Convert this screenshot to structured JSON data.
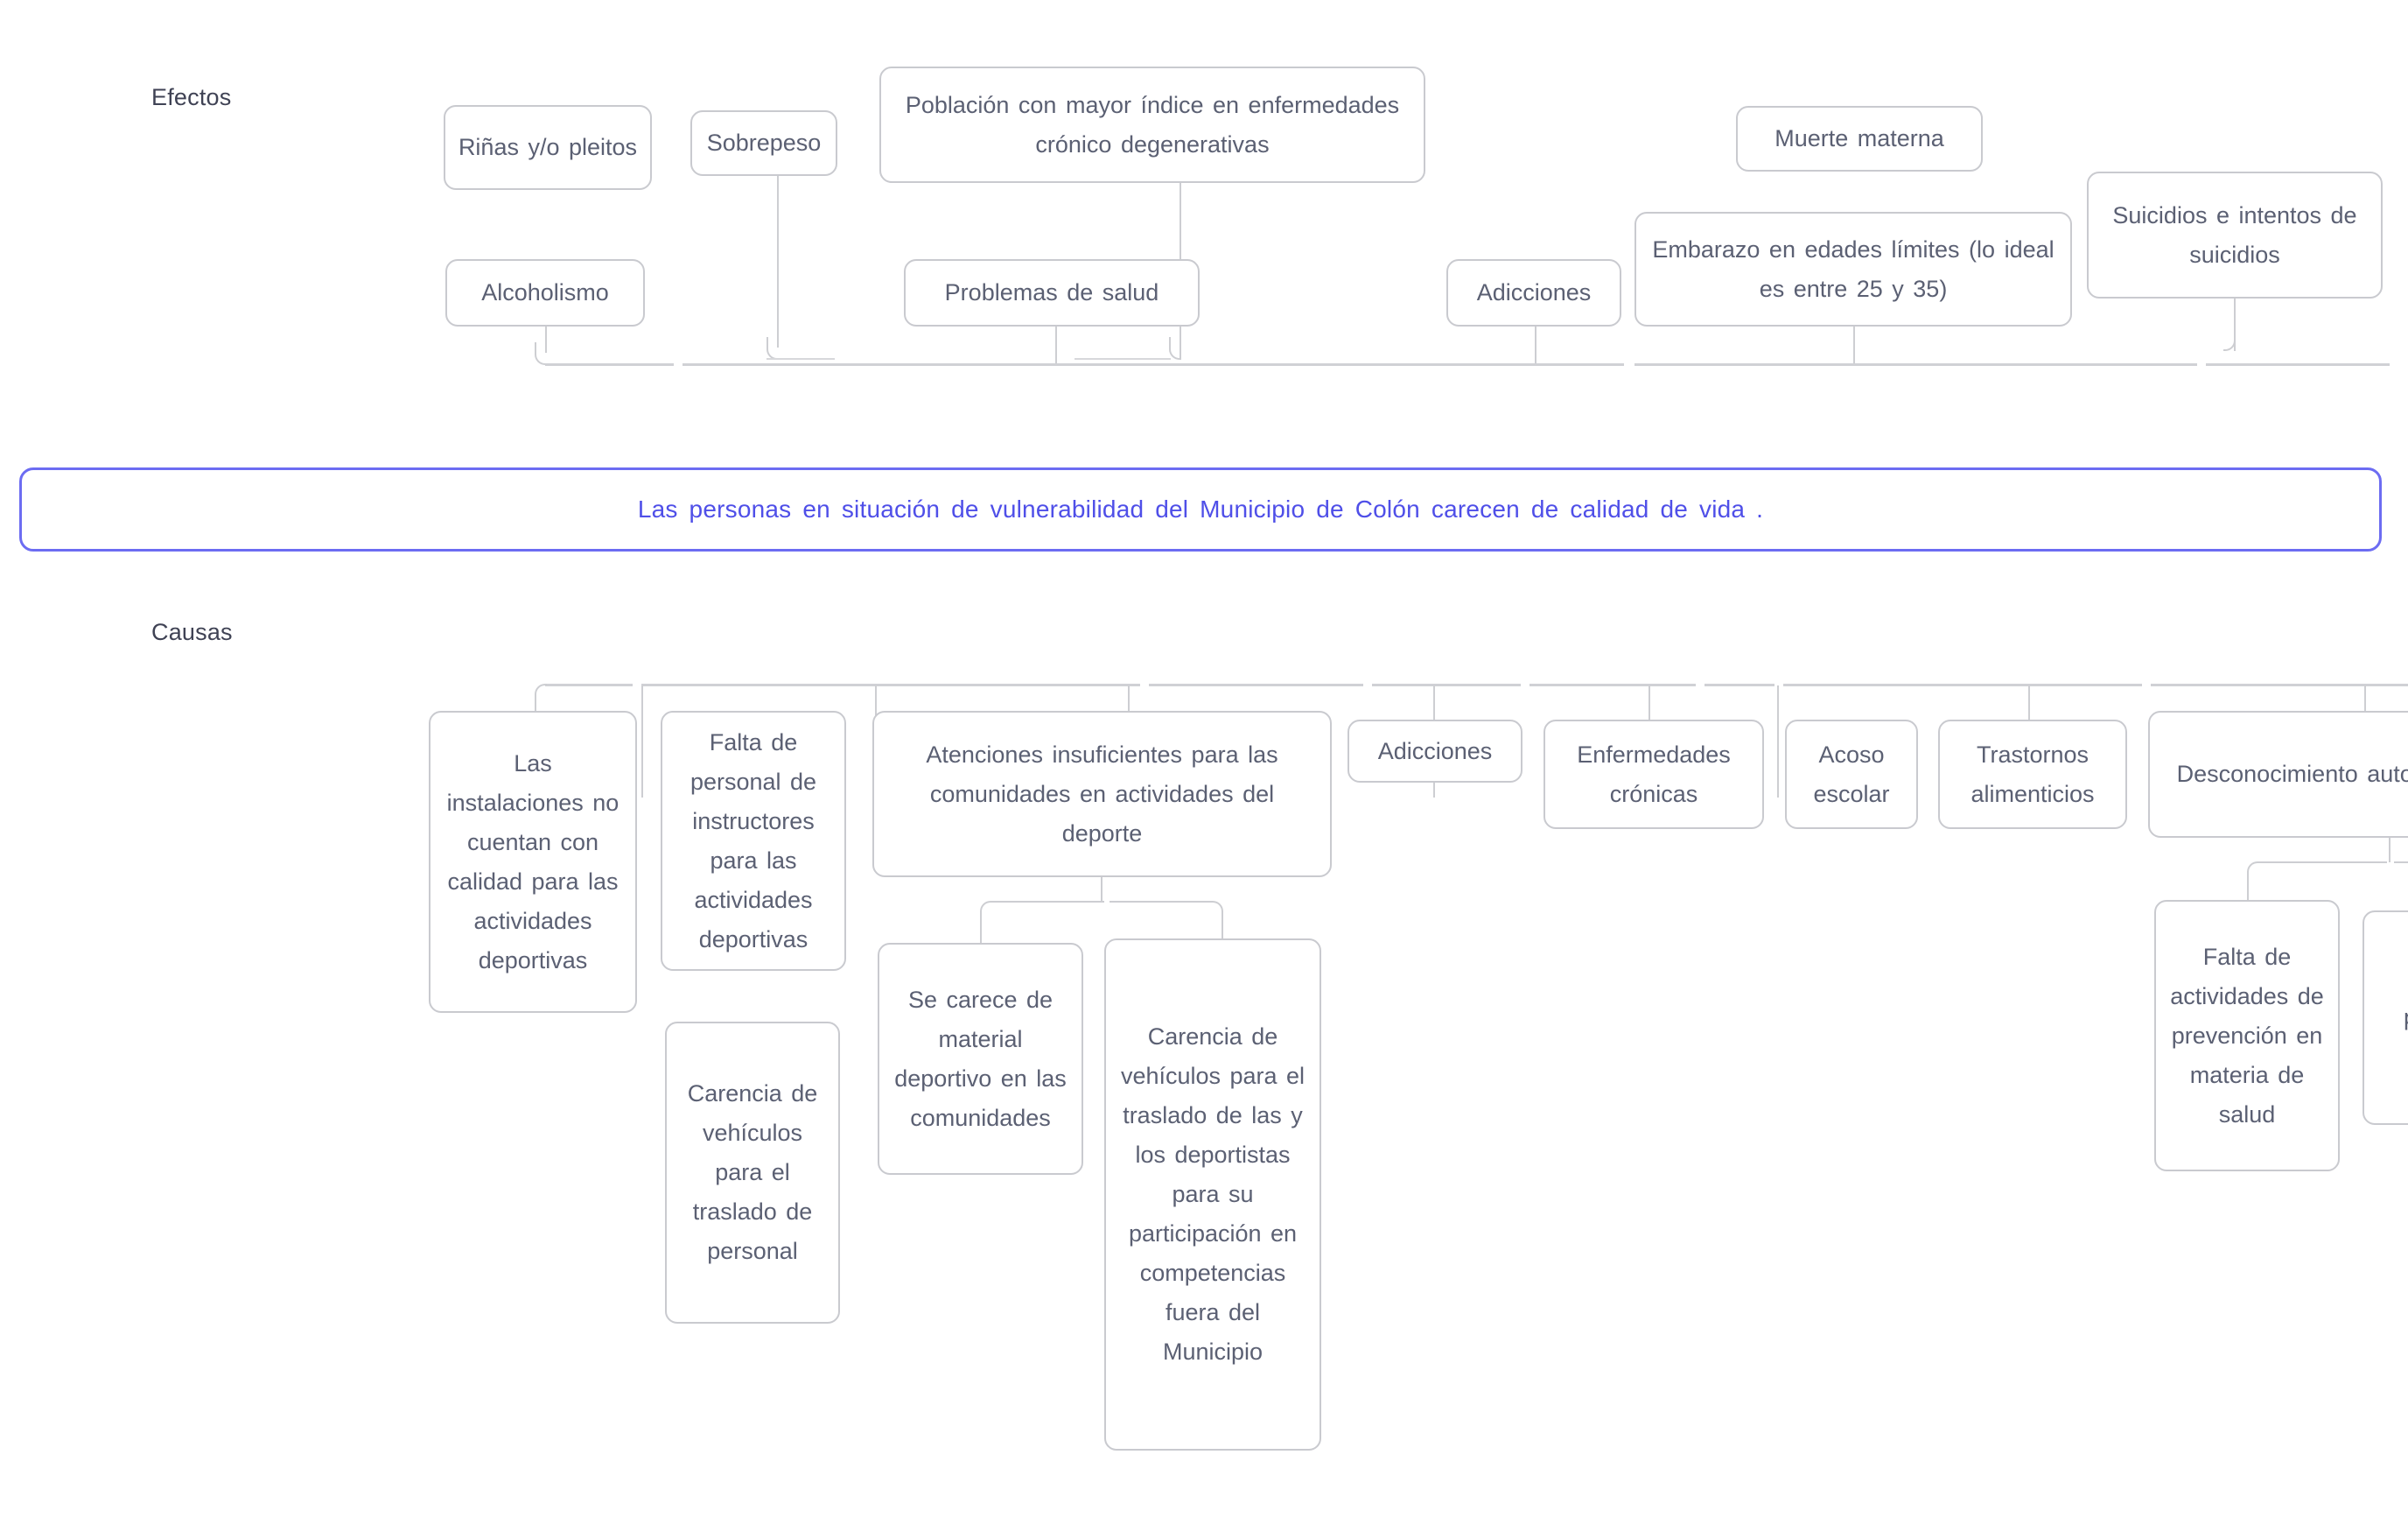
{
  "diagram": {
    "title_effects": "Efectos",
    "title_causes": "Causas",
    "problem_statement": "Las personas  en situación  de vulnerabilidad   del Municipio  de Colón carecen  de calidad  de vida .",
    "accent_color": "#6c6cf2",
    "node_border_color": "#c9cacf",
    "node_text_color": "#5b6073",
    "connector_color": "#cdced2"
  },
  "effects": {
    "top_row": [
      {
        "label": "Riñas y/o pleitos"
      },
      {
        "label": "Sobrepeso"
      },
      {
        "label": "Población  con mayor  índice  en enfermedades  crónico  degenerativas"
      },
      {
        "label": "Muerte  materna"
      },
      {
        "label": "Suicidios  e intentos  de suicidios"
      }
    ],
    "second_row": [
      {
        "label": "Alcoholismo"
      },
      {
        "label": "Problemas  de salud"
      },
      {
        "label": "Adicciones"
      },
      {
        "label": "Embarazo  en edades  límites (lo  ideal  es entre  25 y 35)"
      }
    ]
  },
  "causes": {
    "main_row": [
      {
        "label": "Las instalaciones no cuentan con  calidad para  las actividades deportivas"
      },
      {
        "label": "Falta  de personal  de instructores para  las actividades deportivas"
      },
      {
        "label": "Atenciones  insuficientes   para las comunidades  en actividades  del deporte"
      },
      {
        "label": "Adicciones"
      },
      {
        "label": "Enfermedades crónicas"
      },
      {
        "label": "Acoso escolar"
      },
      {
        "label": "Trastornos alimenticios"
      },
      {
        "label": "Desconocimiento autocuidado"
      }
    ],
    "sub_row": [
      {
        "label": "Carencia de vehículos para  el traslado de personal"
      },
      {
        "label": "Se carece  de material deportivo  en las comunidades"
      },
      {
        "label": "Carencia  de vehículos para  el traslado  de las  y los deportistas para  su participación en competencias fuera  del Municipio"
      },
      {
        "label": "Falta  de actividades de prevención en materia de  salud"
      },
      {
        "label": "pla"
      }
    ]
  }
}
